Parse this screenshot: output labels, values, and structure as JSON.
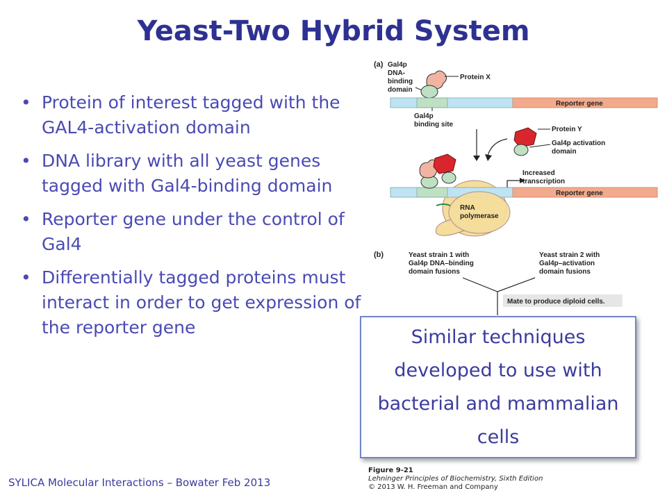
{
  "slide": {
    "title": "Yeast-Two Hybrid System",
    "bullets": [
      "Protein of interest tagged with the GAL4-activation domain",
      "DNA library with all yeast genes tagged with Gal4-binding domain",
      "Reporter gene under the control of Gal4",
      "Differentially tagged proteins must interact in order to get expression of the reporter gene"
    ],
    "callout": "Similar techniques developed to use with bacterial and mammalian cells",
    "footer": "SYLICA Molecular Interactions – Bowater Feb 2013"
  },
  "figure": {
    "panel_a": "(a)",
    "panel_b": "(b)",
    "gal4p_dna_binding_domain": [
      "Gal4p",
      "DNA-",
      "binding",
      "domain"
    ],
    "protein_x": "Protein X",
    "reporter_gene": "Reporter gene",
    "gal4p_binding_site": [
      "Gal4p",
      "binding site"
    ],
    "protein_y": "Protein Y",
    "gal4p_activation_domain": [
      "Gal4p activation",
      "domain"
    ],
    "increased_transcription": [
      "Increased",
      "transcription"
    ],
    "rna_polymerase": [
      "RNA",
      "polymerase"
    ],
    "yeast_strain_1": [
      "Yeast strain 1 with",
      "Gal4p DNA–binding",
      "domain fusions"
    ],
    "yeast_strain_2": [
      "Yeast strain 2 with",
      "Gal4p–activation",
      "domain fusions"
    ],
    "mate_label": "Mate to produce diploid cells.",
    "caption_figure": "Figure 9-21",
    "caption_book": "Lehninger Principles of Biochemistry, Sixth Edition",
    "caption_copyright": "© 2013 W. H. Freeman and Company"
  },
  "colors": {
    "title": "#2e3192",
    "bullet_text": "#4a4ab4",
    "dna_blue": "#bfe3f2",
    "binding_site_green": "#bfe0c3",
    "reporter_orange": "#f2a98c",
    "protein_y_red": "#d9262c",
    "protein_x_pink": "#f1b4a3",
    "polymerase_tan": "#f5dd9c",
    "callout_border": "#6f86c9"
  }
}
